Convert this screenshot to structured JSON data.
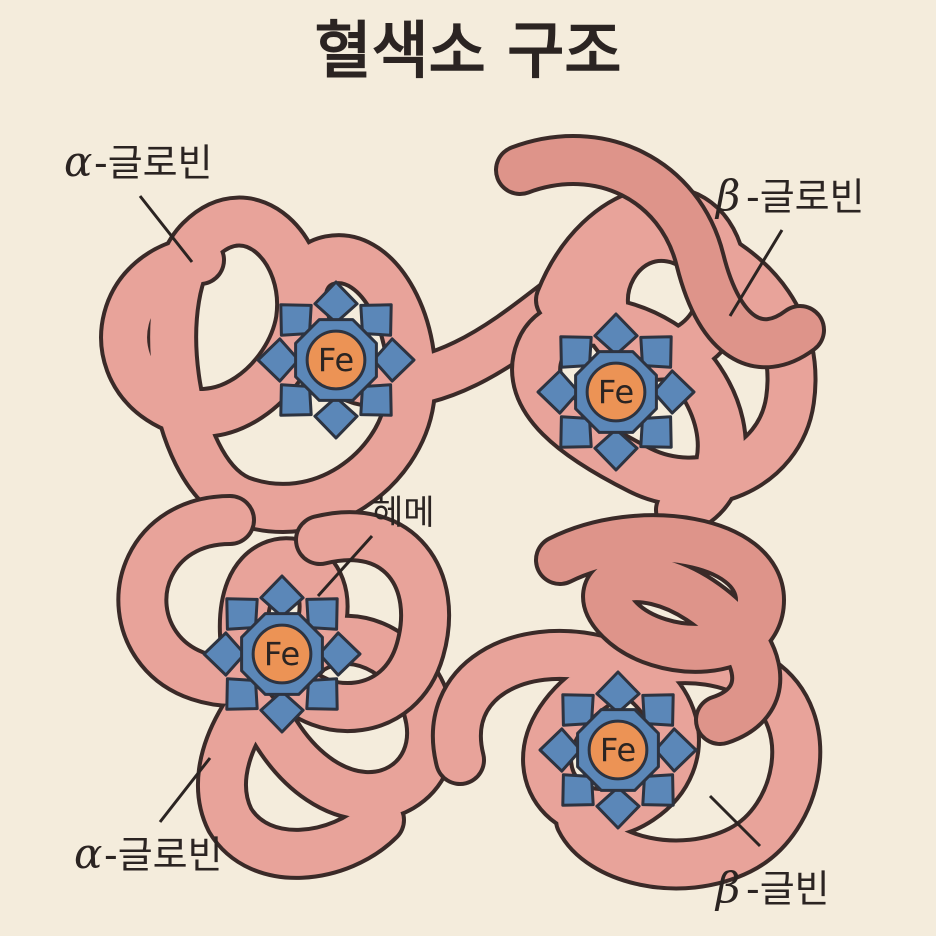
{
  "title": "혈색소 구조",
  "colors": {
    "background": "#f4ecdc",
    "ribbon_fill": "#e8a39a",
    "ribbon_shade": "#de948a",
    "outline": "#3a2a28",
    "heme_blue": "#5b87b8",
    "heme_outline": "#2d3340",
    "iron_orange": "#ec9355"
  },
  "subunits": [
    {
      "id": "alpha-top-left",
      "greek": "α",
      "text": "-글로빈"
    },
    {
      "id": "beta-top-right",
      "greek": "β",
      "text": "-글로빈"
    },
    {
      "id": "alpha-bottom-left",
      "greek": "α",
      "text": "-글로빈"
    },
    {
      "id": "beta-bottom-right",
      "greek": "β",
      "text": "-글빈"
    }
  ],
  "heme_label": "헤메",
  "iron_label": "Fe",
  "hemes": [
    {
      "id": "heme-top-left",
      "icon": "heme-porphyrin-icon"
    },
    {
      "id": "heme-top-right",
      "icon": "heme-porphyrin-icon"
    },
    {
      "id": "heme-bottom-left",
      "icon": "heme-porphyrin-icon"
    },
    {
      "id": "heme-bottom-right",
      "icon": "heme-porphyrin-icon"
    }
  ]
}
